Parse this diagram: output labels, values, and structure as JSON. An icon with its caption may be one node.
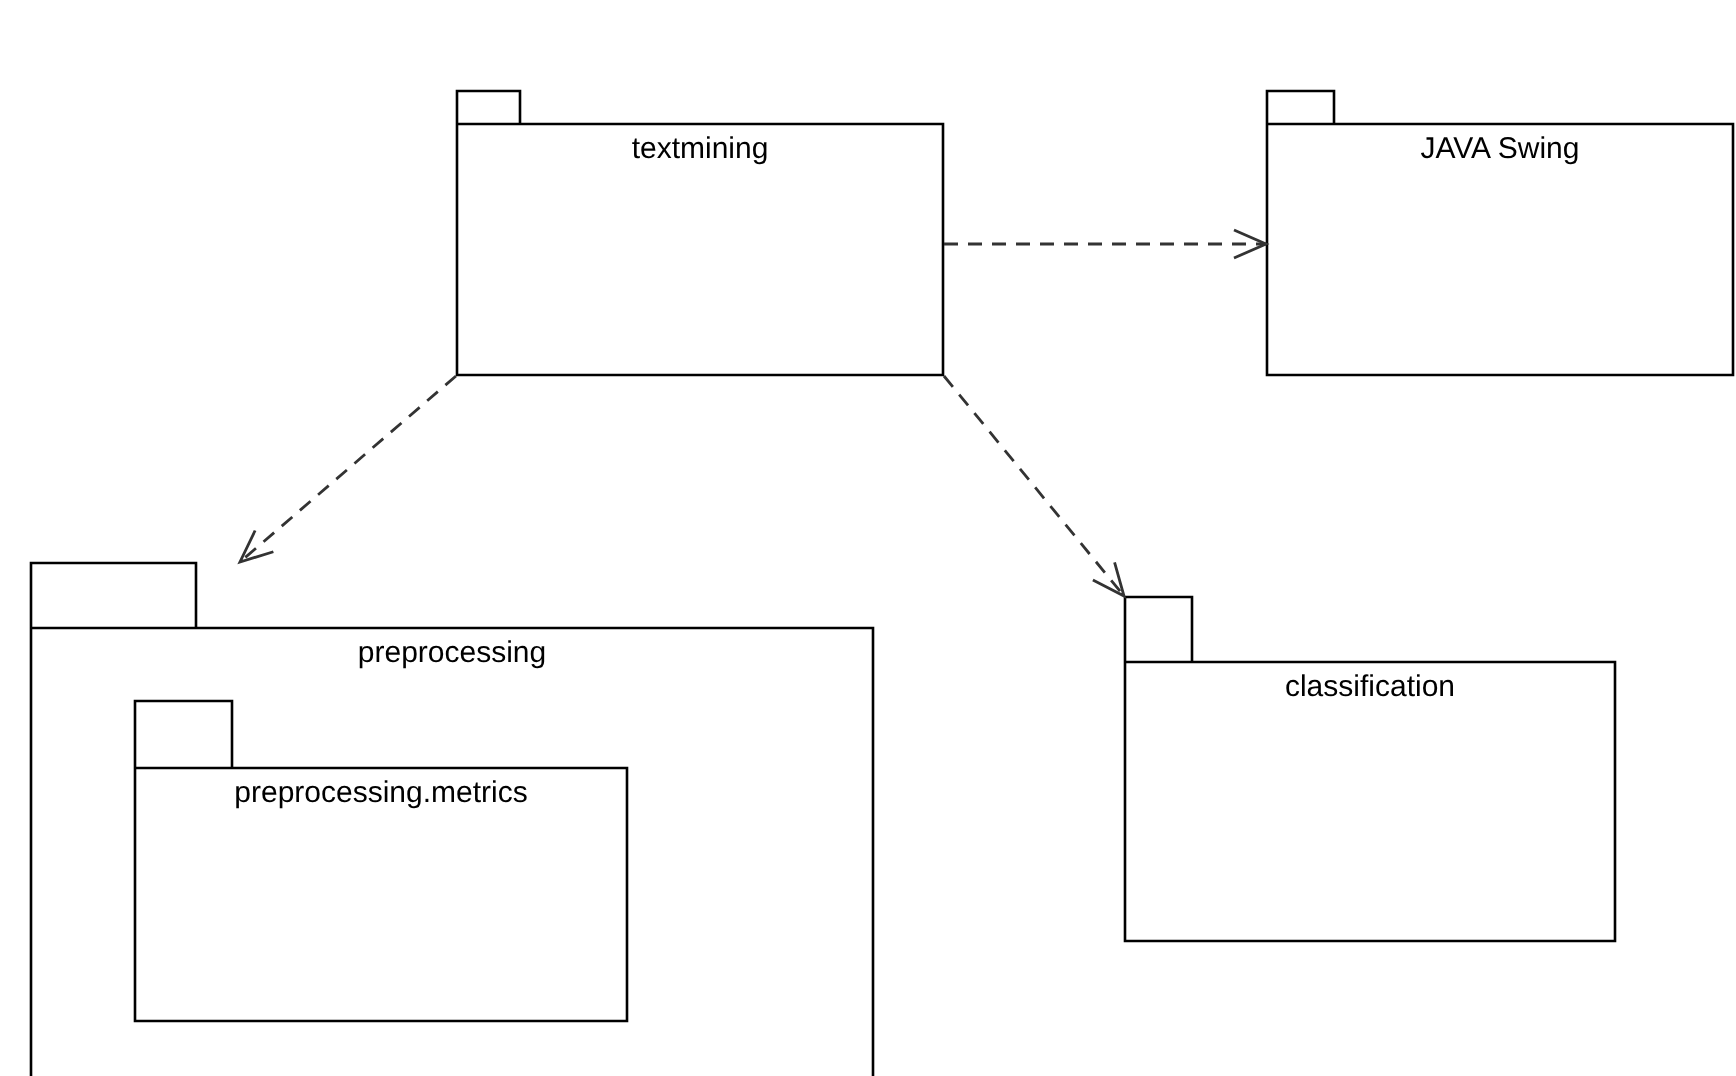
{
  "diagram": {
    "nodes": [
      {
        "text": [
          "textmining"
        ]
      },
      {
        "text": [
          "JAVA Swing"
        ]
      },
      {
        "text": [
          "preprocessing"
        ]
      },
      {
        "text": [
          "preprocessing.metrics"
        ],
        "in": 2
      },
      {
        "text": [
          "classification"
        ]
      }
    ],
    "edges": [
      {
        "from": 0,
        "to": 1,
        "arrow": "to",
        "style": "dashed"
      },
      {
        "from": 0,
        "to": 2,
        "arrow": "to",
        "style": "dashed"
      },
      {
        "from": 0,
        "to": 4,
        "arrow": "to",
        "style": "dashed"
      }
    ]
  }
}
